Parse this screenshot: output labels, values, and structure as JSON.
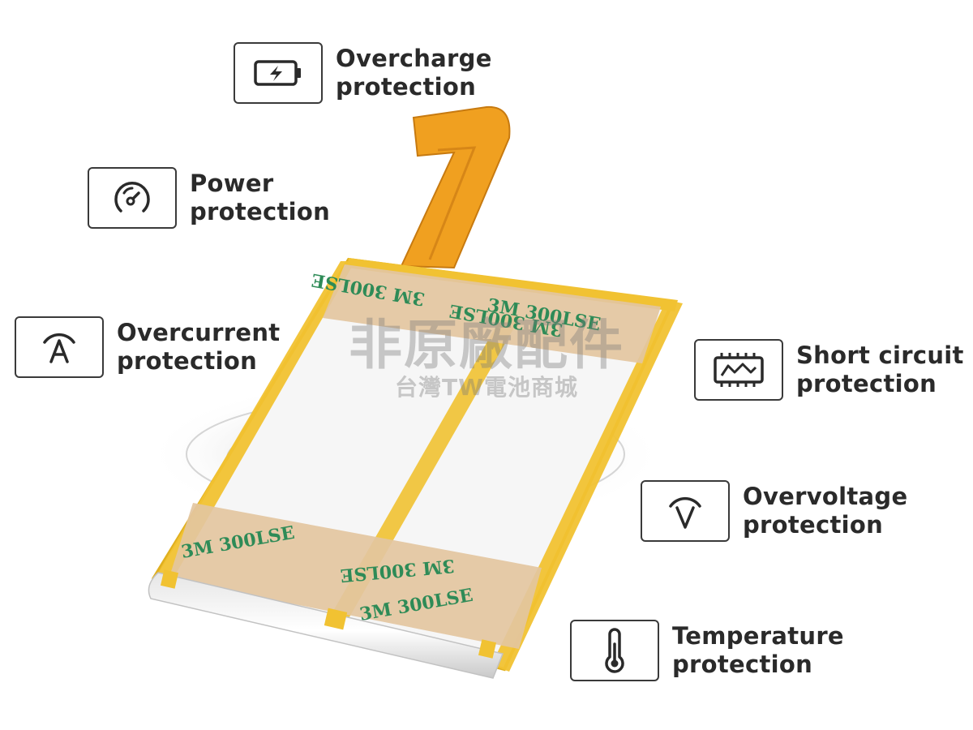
{
  "features": [
    {
      "id": "overcharge",
      "icon": "battery-charging-icon",
      "line1": "Overcharge",
      "line2": "protection"
    },
    {
      "id": "power",
      "icon": "gauge-icon",
      "line1": "Power",
      "line2": "protection"
    },
    {
      "id": "overcurrent",
      "icon": "ampere-icon",
      "line1": "Overcurrent",
      "line2": "protection"
    },
    {
      "id": "short-circuit",
      "icon": "circuit-board-icon",
      "line1": "Short circuit",
      "line2": "protection"
    },
    {
      "id": "overvoltage",
      "icon": "voltage-icon",
      "line1": "Overvoltage",
      "line2": "protection"
    },
    {
      "id": "temperature",
      "icon": "thermometer-icon",
      "line1": "Temperature",
      "line2": "protection"
    }
  ],
  "watermark": {
    "main": "非原廠配件",
    "sub": "台灣TW電池商城"
  },
  "product": {
    "tape_label": "3M 300LSE",
    "colors": {
      "frame": "#f1c232",
      "flex_cable": "#f0a020",
      "tape": "#e3c6a0",
      "tape_text": "#2e8b57",
      "cell": "#f4f4f4"
    }
  }
}
